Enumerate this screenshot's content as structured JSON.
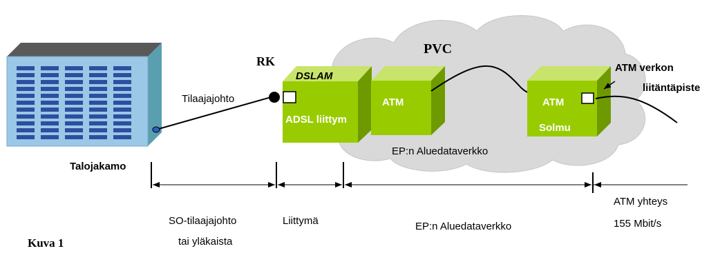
{
  "diagram": {
    "labels": {
      "pvc": "PVC",
      "rk": "RK",
      "dslam": "DSLAM",
      "adsl": "ADSL liittym",
      "atm1": "ATM",
      "atm2": "ATM",
      "solmu": "Solmu",
      "atm_verkon": "ATM verkon",
      "liitantapiste": "liitäntäpiste",
      "tilaajajohto": "Tilaajajohto",
      "talojakamo": "Talojakamo",
      "ep_cloud": "EP:n Aluedataverkko"
    },
    "segments": {
      "so_line1": "SO-tilaajajohto",
      "so_line2": "tai yläkaista",
      "liittyma": "Liittymä",
      "ep": "EP:n Aluedataverkko",
      "atm_line1": "ATM yhteys",
      "atm_line2": "155 Mbit/s"
    },
    "caption": "Kuva 1",
    "colors": {
      "cloud": "#d9d9d9",
      "box_front": "#99cc00",
      "box_top": "#c8e46a",
      "box_side": "#6e9a00",
      "building_front": "#9ac8e6",
      "window": "#2e4ea0",
      "roof": "#595959"
    }
  }
}
